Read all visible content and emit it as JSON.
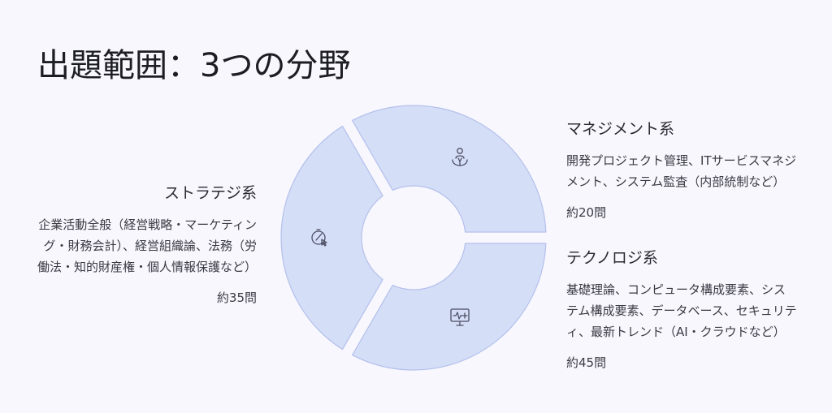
{
  "title": "出題範囲：3つの分野",
  "segments": [
    {
      "icon": "manager-icon",
      "heading": "マネジメント系",
      "description": "開発プロジェクト管理、ITサービスマネジメント、システム監査（内部統制など）",
      "count": "約20問"
    },
    {
      "icon": "monitor-icon",
      "heading": "テクノロジ系",
      "description": "基礎理論、コンピュータ構成要素、システム構成要素、データベース、セキュリティ、最新トレンド（AI・クラウドなど）",
      "count": "約45問"
    },
    {
      "icon": "strategy-icon",
      "heading": "ストラテジ系",
      "description": "企業活動全般（経営戦略・マーケティング・財務会計）、経営組織論、法務（労働法・知的財産権・個人情報保護など）",
      "count": "約35問"
    }
  ],
  "colors": {
    "segment_fill": "#d5def7",
    "segment_stroke": "#b3c0ec",
    "background": "#f8f7fd",
    "icon": "#4c4f63"
  }
}
